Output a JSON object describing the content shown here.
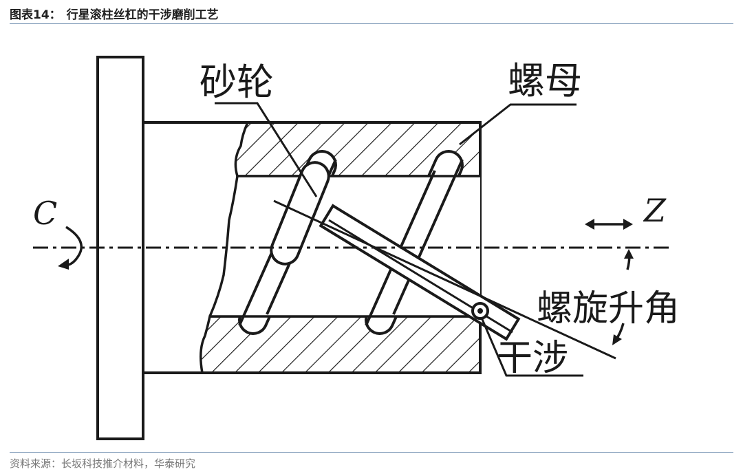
{
  "figure": {
    "number": "图表14：",
    "title": "行星滚柱丝杠的干涉磨削工艺",
    "source": "资料来源：长坂科技推介材料，华泰研究"
  },
  "diagram": {
    "labels": {
      "grinding_wheel": "砂轮",
      "nut": "螺母",
      "rotation_axis": "C",
      "feed_axis": "Z",
      "helix_angle": "螺旋升角",
      "interference": "干涉"
    }
  }
}
